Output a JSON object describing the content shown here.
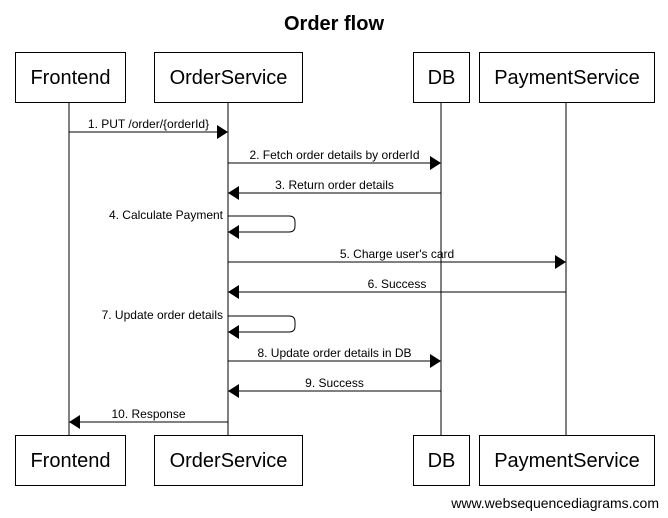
{
  "title": "Order flow",
  "participants": [
    {
      "id": "frontend",
      "label": "Frontend"
    },
    {
      "id": "orderservice",
      "label": "OrderService"
    },
    {
      "id": "db",
      "label": "DB"
    },
    {
      "id": "paymentservice",
      "label": "PaymentService"
    }
  ],
  "messages": [
    {
      "from": "frontend",
      "to": "orderservice",
      "label": "1. PUT /order/{orderId}"
    },
    {
      "from": "orderservice",
      "to": "db",
      "label": "2. Fetch order details by orderId"
    },
    {
      "from": "db",
      "to": "orderservice",
      "label": "3. Return order details"
    },
    {
      "from": "orderservice",
      "to": "orderservice",
      "label": "4. Calculate Payment"
    },
    {
      "from": "orderservice",
      "to": "paymentservice",
      "label": "5. Charge user's card"
    },
    {
      "from": "paymentservice",
      "to": "orderservice",
      "label": "6. Success"
    },
    {
      "from": "orderservice",
      "to": "orderservice",
      "label": "7. Update order details"
    },
    {
      "from": "orderservice",
      "to": "db",
      "label": "8. Update order details in DB"
    },
    {
      "from": "db",
      "to": "orderservice",
      "label": "9. Success"
    },
    {
      "from": "orderservice",
      "to": "frontend",
      "label": "10. Response"
    }
  ],
  "footer": "www.websequencediagrams.com"
}
